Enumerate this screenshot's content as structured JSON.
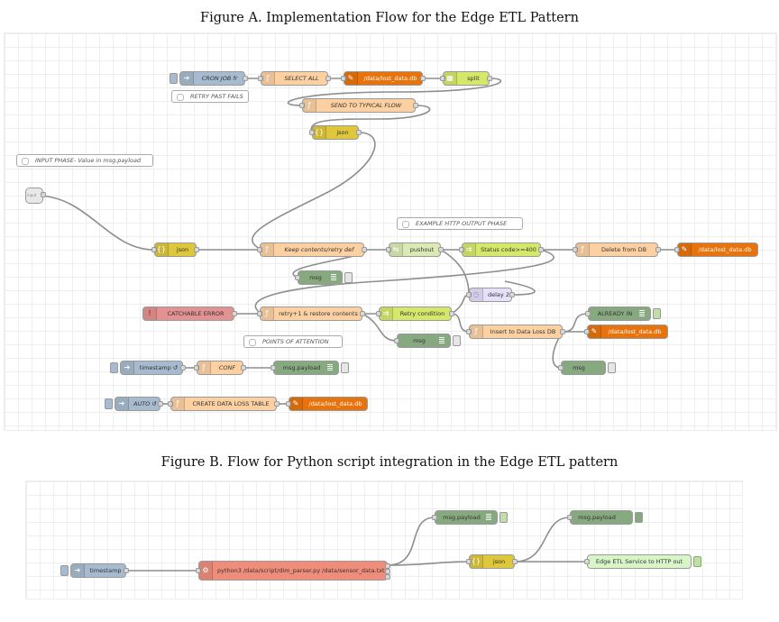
{
  "figure_a_title": "Figure A. Implementation Flow for the Edge ETL Pattern",
  "figure_b_title": "Figure B. Flow for Python script integration in the Edge ETL pattern",
  "figure_a": {
    "comments": {
      "retry_past_fails": "RETRY PAST FAILS",
      "input_phase": "INPUT PHASE- Value in msg.payload",
      "example_http_output": "EXAMPLE HTTP OUTPUT PHASE",
      "points_of_attention": "POINTS OF ATTENTION"
    },
    "nodes": {
      "cron_job": "CRON JOB fr",
      "select_all": "SELECT ALL",
      "lost_data_db_1": "/data/lost_data.db",
      "split": "split",
      "send_to_typical_flow": "SEND TO TYPICAL FLOW",
      "json_1": "json",
      "input": "input",
      "json_2": "json",
      "keep_contents": "Keep contents/retry def",
      "pushout": "pushout",
      "status_code": "Status code>=400",
      "delete_from_db": "Delete from DB",
      "lost_data_db_2": "/data/lost_data.db",
      "msg_1": "msg",
      "delay": "delay 2s",
      "catchable_error": "CATCHABLE ERROR",
      "retry_restore": "retry+1 & restore contents",
      "retry_condition": "Retry condition",
      "already_in": "ALREADY IN",
      "insert_data_loss": "Insert to Data Loss DB",
      "lost_data_db_3": "/data/lost_data.db",
      "msg_2": "msg",
      "msg_3": "msg",
      "timestamp_a": "timestamp ↺",
      "conf": "CONF",
      "msg_payload_a": "msg.payload",
      "auto": "AUTO ↺",
      "create_table": "CREATE DATA LOSS TABLE",
      "lost_data_db_4": "/data/lost_data.db"
    }
  },
  "figure_b": {
    "nodes": {
      "timestamp_b": "timestamp",
      "python_exec": "python3 /data/script/dim_parser.py /data/sensor_data.txt",
      "msg_payload_b1": "msg.payload",
      "json_b": "json",
      "msg_payload_b2": "msg.payload",
      "edge_etl_out": "Edge ETL Service to HTTP out"
    }
  },
  "icons": {
    "inject": "arrow-right",
    "function": "f",
    "file": "file",
    "json": "braces",
    "debug": "bars",
    "catch": "!",
    "exec": "gear",
    "delay": "clock",
    "switch": "split-arrows",
    "http": "globe"
  }
}
